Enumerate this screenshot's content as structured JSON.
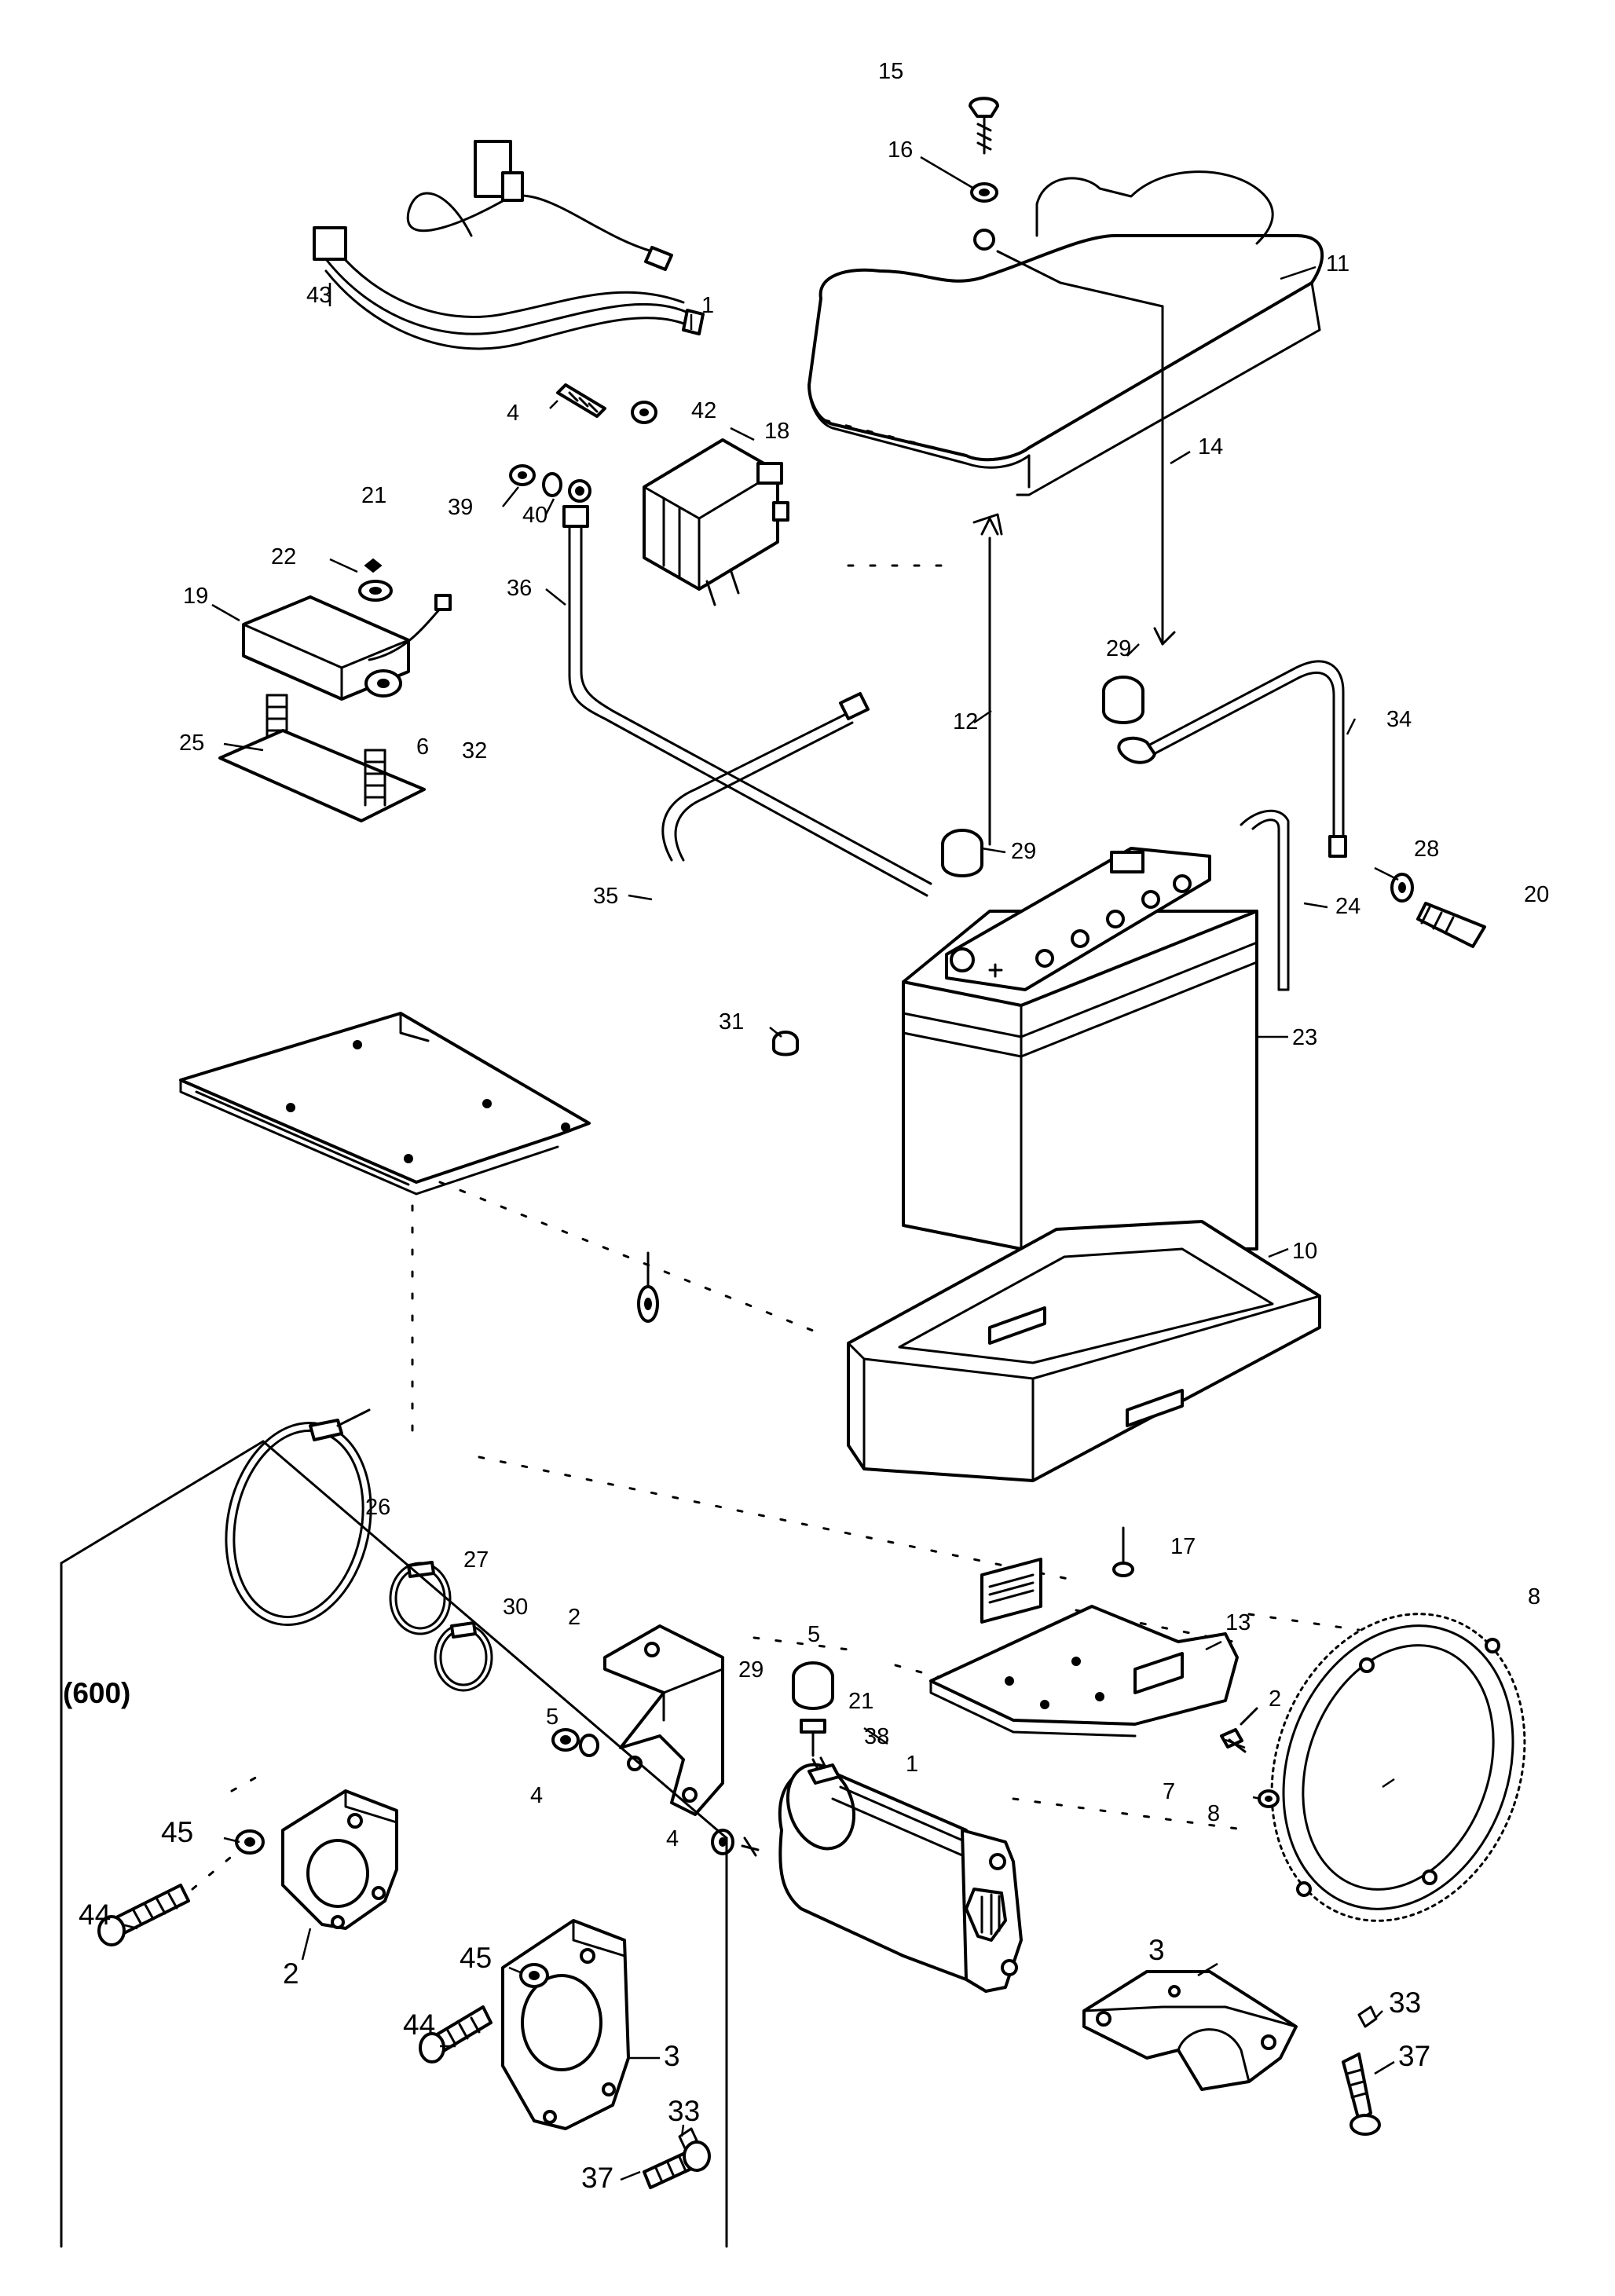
{
  "variant_box": {
    "title": "(600)"
  },
  "callouts": [
    {
      "id": "c15",
      "text": "15"
    },
    {
      "id": "c16",
      "text": "16"
    },
    {
      "id": "c11",
      "text": "11"
    },
    {
      "id": "c43",
      "text": "43"
    },
    {
      "id": "c1-harness",
      "text": "1"
    },
    {
      "id": "c42",
      "text": "42"
    },
    {
      "id": "c18",
      "text": "18"
    },
    {
      "id": "c14",
      "text": "14"
    },
    {
      "id": "c4-top",
      "text": "4"
    },
    {
      "id": "c21-top",
      "text": "21"
    },
    {
      "id": "c39",
      "text": "39"
    },
    {
      "id": "c40-top",
      "text": "40"
    },
    {
      "id": "c22",
      "text": "22"
    },
    {
      "id": "c19",
      "text": "19"
    },
    {
      "id": "c36",
      "text": "36"
    },
    {
      "id": "c29-top",
      "text": "29"
    },
    {
      "id": "c25-left",
      "text": "25"
    },
    {
      "id": "c6-32",
      "text": "6"
    },
    {
      "id": "c32",
      "text": "32"
    },
    {
      "id": "c12",
      "text": "12"
    },
    {
      "id": "c34",
      "text": "34"
    },
    {
      "id": "c29-mid",
      "text": "29"
    },
    {
      "id": "c28",
      "text": "28"
    },
    {
      "id": "c20",
      "text": "20"
    },
    {
      "id": "c35",
      "text": "35"
    },
    {
      "id": "c24",
      "text": "24"
    },
    {
      "id": "c31",
      "text": "31"
    },
    {
      "id": "c23",
      "text": "23"
    },
    {
      "id": "c10",
      "text": "10"
    },
    {
      "id": "c26",
      "text": "26"
    },
    {
      "id": "c27",
      "text": "27"
    },
    {
      "id": "c17",
      "text": "17"
    },
    {
      "id": "c30",
      "text": "30"
    },
    {
      "id": "c2-bracket",
      "text": "2"
    },
    {
      "id": "c13",
      "text": "13"
    },
    {
      "id": "c8-ring",
      "text": "8"
    },
    {
      "id": "c5-top",
      "text": "5"
    },
    {
      "id": "c29-low",
      "text": "29"
    },
    {
      "id": "c5-mid",
      "text": "5"
    },
    {
      "id": "c21-low",
      "text": "21"
    },
    {
      "id": "c38",
      "text": "38"
    },
    {
      "id": "c1-starter",
      "text": "1"
    },
    {
      "id": "c2-right",
      "text": "2"
    },
    {
      "id": "c4-a",
      "text": "4"
    },
    {
      "id": "c4-b",
      "text": "4"
    },
    {
      "id": "c7",
      "text": "7"
    },
    {
      "id": "c8-washer",
      "text": "8"
    },
    {
      "id": "c45-a",
      "text": "45"
    },
    {
      "id": "c44-a",
      "text": "44"
    },
    {
      "id": "c2-box",
      "text": "2"
    },
    {
      "id": "c45-b",
      "text": "45"
    },
    {
      "id": "c44-b",
      "text": "44"
    },
    {
      "id": "c3-box",
      "text": "3"
    },
    {
      "id": "c3-right",
      "text": "3"
    },
    {
      "id": "c33-right",
      "text": "33"
    },
    {
      "id": "c37-right",
      "text": "37"
    },
    {
      "id": "c33-box",
      "text": "33"
    },
    {
      "id": "c37-box",
      "text": "37"
    }
  ]
}
